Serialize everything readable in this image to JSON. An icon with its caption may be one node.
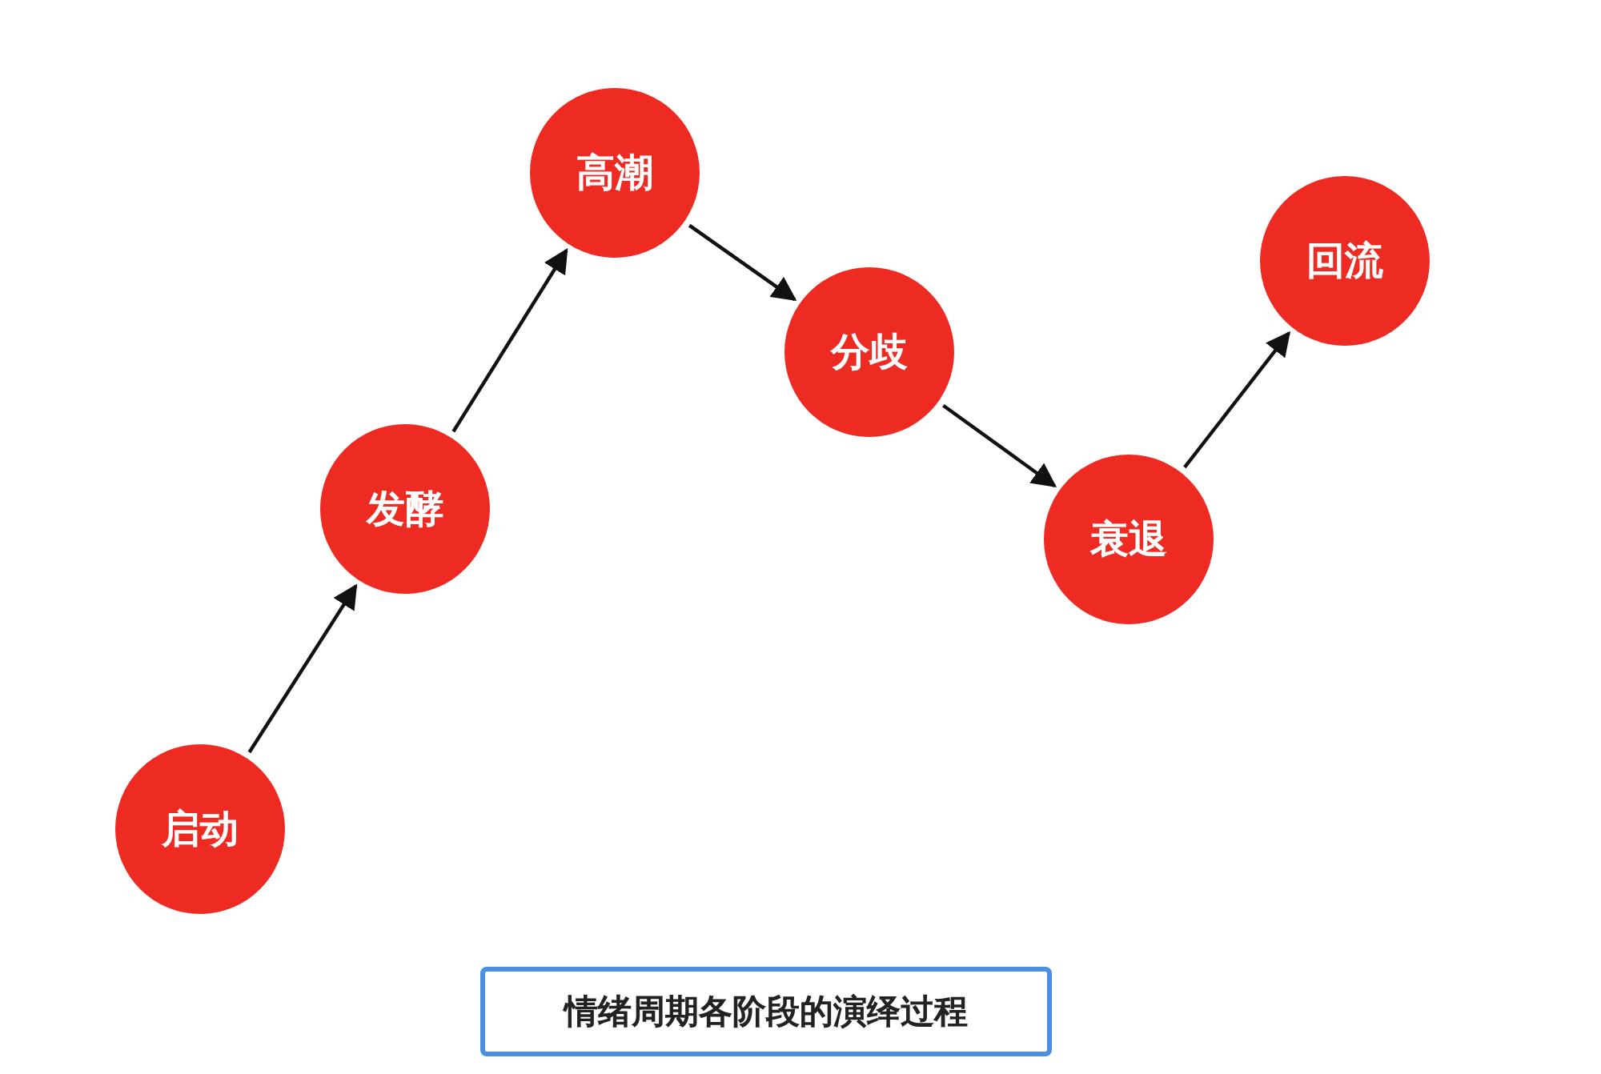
{
  "diagram": {
    "nodes": [
      {
        "text": [
          "启动"
        ]
      },
      {
        "text": [
          "发酵"
        ]
      },
      {
        "text": [
          "高潮"
        ]
      },
      {
        "text": [
          "分歧"
        ]
      },
      {
        "text": [
          "衰退"
        ]
      },
      {
        "text": [
          "回流"
        ]
      },
      {
        "text": [
          "情绪周期各阶段的演绎过程"
        ]
      }
    ],
    "edges": [
      {
        "from": 0,
        "to": 1,
        "arrow": "to"
      },
      {
        "from": 1,
        "to": 2,
        "arrow": "to"
      },
      {
        "from": 2,
        "to": 3,
        "arrow": "to"
      },
      {
        "from": 3,
        "to": 4,
        "arrow": "to"
      },
      {
        "from": 4,
        "to": 5,
        "arrow": "to"
      }
    ]
  }
}
